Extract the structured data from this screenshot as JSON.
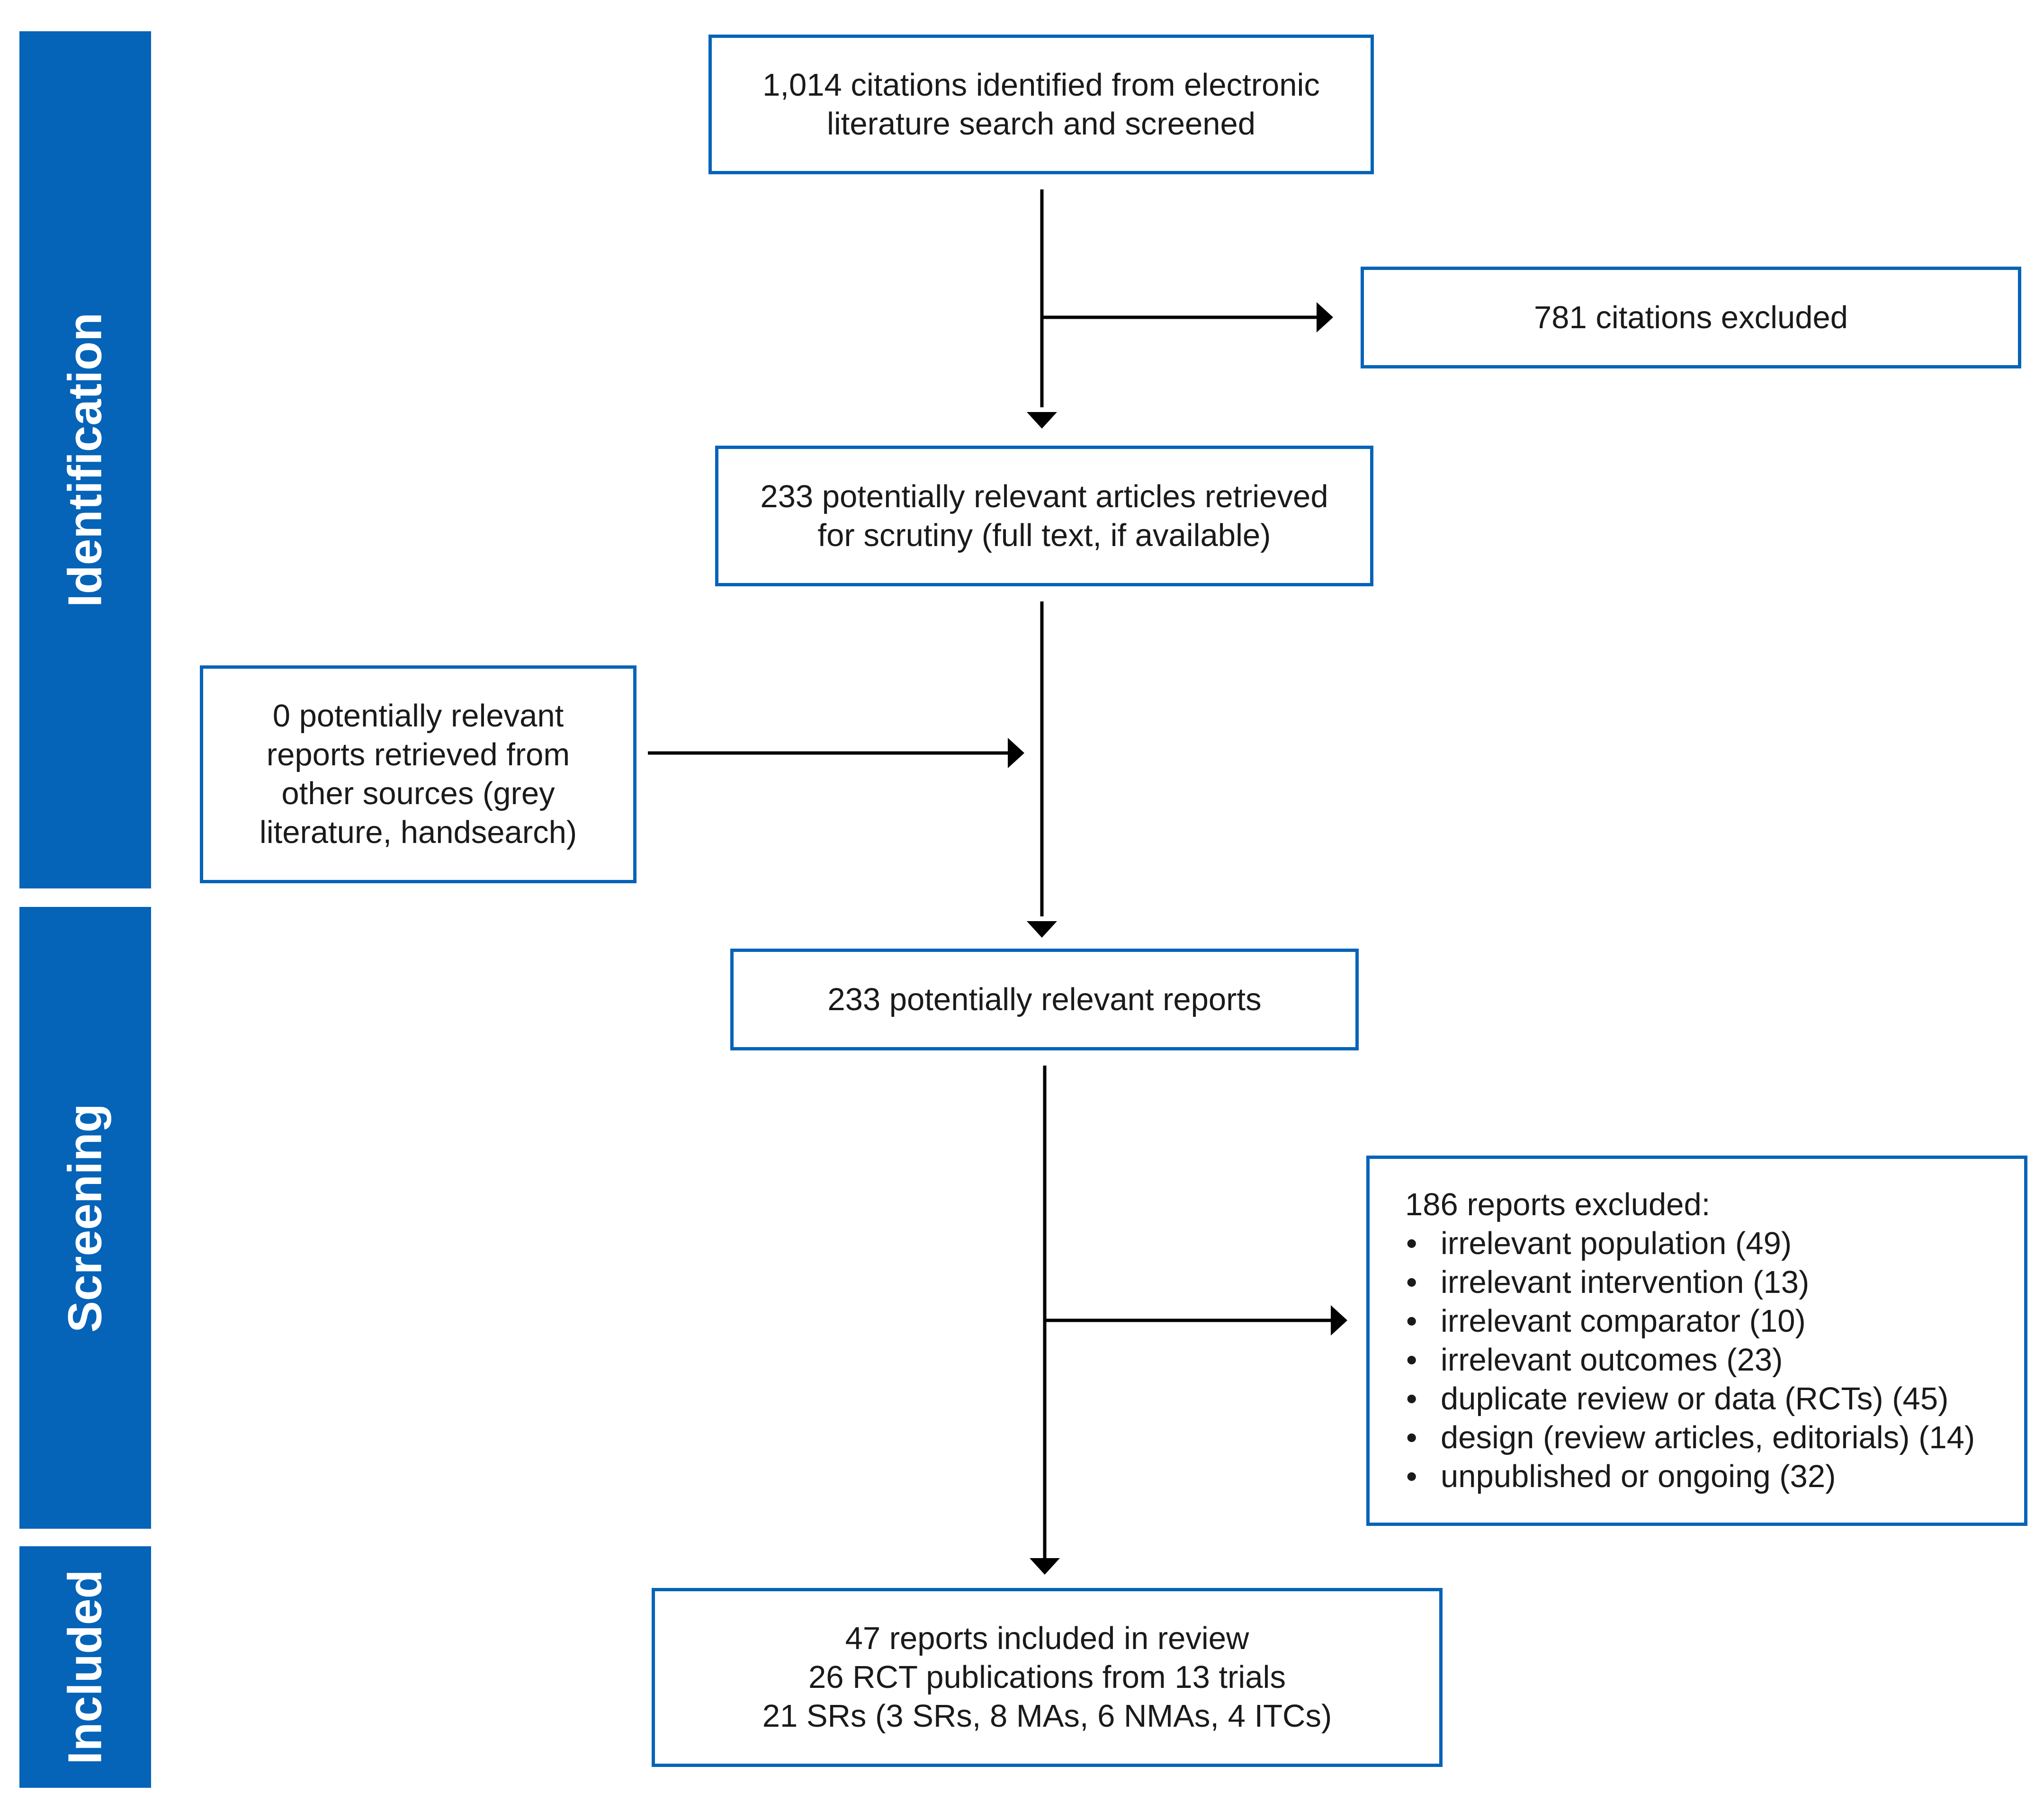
{
  "stages": [
    {
      "id": "identification",
      "label": "Identification"
    },
    {
      "id": "screening",
      "label": "Screening"
    },
    {
      "id": "included",
      "label": "Included"
    }
  ],
  "boxes": {
    "identified": {
      "lines": [
        "1,014 citations identified from electronic",
        "literature search and screened"
      ]
    },
    "excluded_citations": {
      "lines": [
        "781 citations excluded"
      ]
    },
    "retrieved": {
      "lines": [
        "233 potentially relevant articles retrieved",
        "for scrutiny (full text, if available)"
      ]
    },
    "other_sources": {
      "lines": [
        "0 potentially relevant",
        "reports retrieved from",
        "other sources (grey",
        "literature, handsearch)"
      ]
    },
    "relevant_reports": {
      "lines": [
        "233 potentially relevant reports"
      ]
    },
    "excluded_reports": {
      "heading": "186 reports excluded:",
      "bullet_glyph": "•",
      "items": [
        "irrelevant population (49)",
        "irrelevant intervention (13)",
        "irrelevant comparator (10)",
        "irrelevant outcomes (23)",
        "duplicate review or data (RCTs) (45)",
        "design (review articles, editorials) (14)",
        "unpublished or ongoing (32)"
      ]
    },
    "included": {
      "lines": [
        "47 reports included in review",
        "26 RCT publications from 13 trials",
        "21 SRs (3 SRs, 8 MAs, 6 NMAs, 4 ITCs)"
      ]
    }
  },
  "colors": {
    "stage_fill": "#0563b8",
    "box_border": "#0563b8",
    "arrow": "#000000"
  }
}
